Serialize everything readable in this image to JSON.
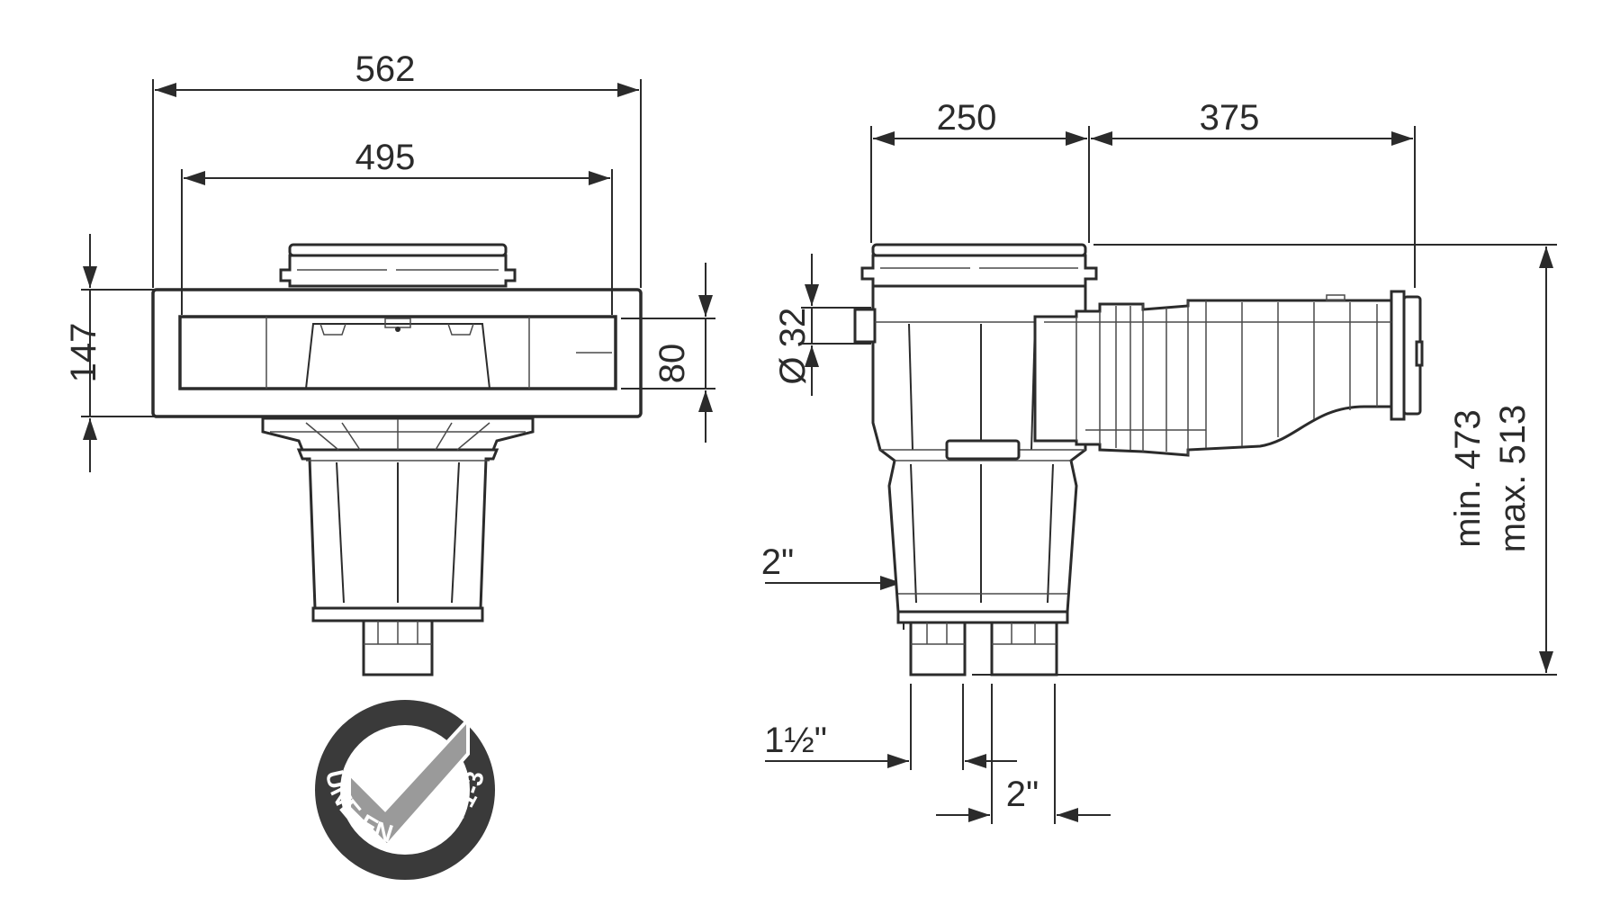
{
  "front_view": {
    "overall_width": "562",
    "inner_width": "495",
    "height": "147",
    "mouth_height": "80"
  },
  "side_view": {
    "body_width": "250",
    "extension_length": "375",
    "inlet_diameter": "32",
    "diameter_symbol": "Ø",
    "fitting_top": "2\"",
    "fitting_mid": "1½\"",
    "fitting_bottom": "2\"",
    "height_min": "min. 473",
    "height_max": "max. 513"
  },
  "certification": {
    "badge_text": "UNE-EN 13451-1-3",
    "colors": {
      "ring": "#3a3a3a",
      "check": "#9a9a9a"
    }
  }
}
